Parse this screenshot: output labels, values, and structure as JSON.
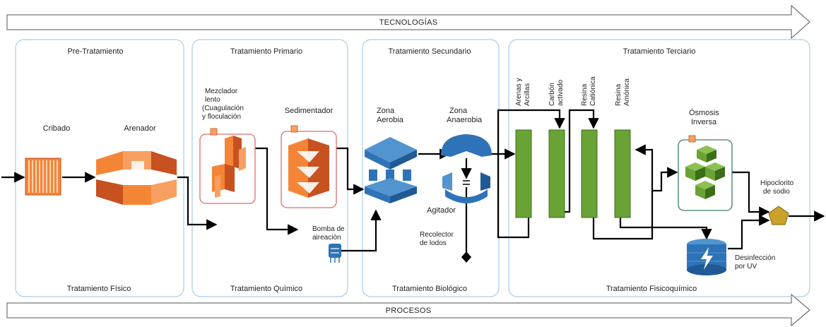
{
  "banners": {
    "top": "TECNOLOGÍAS",
    "bottom": "PROCESOS"
  },
  "stages": [
    {
      "title": "Pre-Tratamiento",
      "process": "Tratamiento Físico"
    },
    {
      "title": "Tratamiento Primario",
      "process": "Tratamiento Químico"
    },
    {
      "title": "Tratamiento Secundario",
      "process": "Tratamiento Biológico"
    },
    {
      "title": "Tratamiento Terciario",
      "process": "Tratamiento Fisicoquímico"
    }
  ],
  "components": {
    "cribado": "Cribado",
    "arenador": "Arenador",
    "mezclador": [
      "Mezclador",
      "lento",
      "(Cuagulación",
      "y floculación"
    ],
    "sedimentador": "Sedimentador",
    "zona_aerobia": [
      "Zona",
      "Aerobia"
    ],
    "zona_anaerobia": [
      "Zona",
      "Anaerobia"
    ],
    "agitador": "Agitador",
    "bomba": [
      "Bomba de",
      "aireación"
    ],
    "recolector": [
      "Recolector",
      "de lodos"
    ],
    "arenas": [
      "Arenas y",
      "Arcillas"
    ],
    "carbon": [
      "Carbón",
      "activado"
    ],
    "resina_cat": [
      "Resina",
      "Catiónica"
    ],
    "resina_am": [
      "Resina",
      "Amónica"
    ],
    "osmosis": [
      "Ósmosis",
      "Inversa"
    ],
    "hipoclorito": [
      "Hipoclorito",
      "de sodio"
    ],
    "desinfeccion": [
      "Desinfección",
      "por UV"
    ]
  },
  "colors": {
    "orange": "#f58536",
    "orange_dark": "#c7511f",
    "blue": "#2e73b8",
    "blue_light": "#5294cf",
    "green": "#6aa335",
    "green_dark": "#3c6e1a",
    "gold": "#c9a227",
    "panel_border": "#a9cbe8"
  }
}
